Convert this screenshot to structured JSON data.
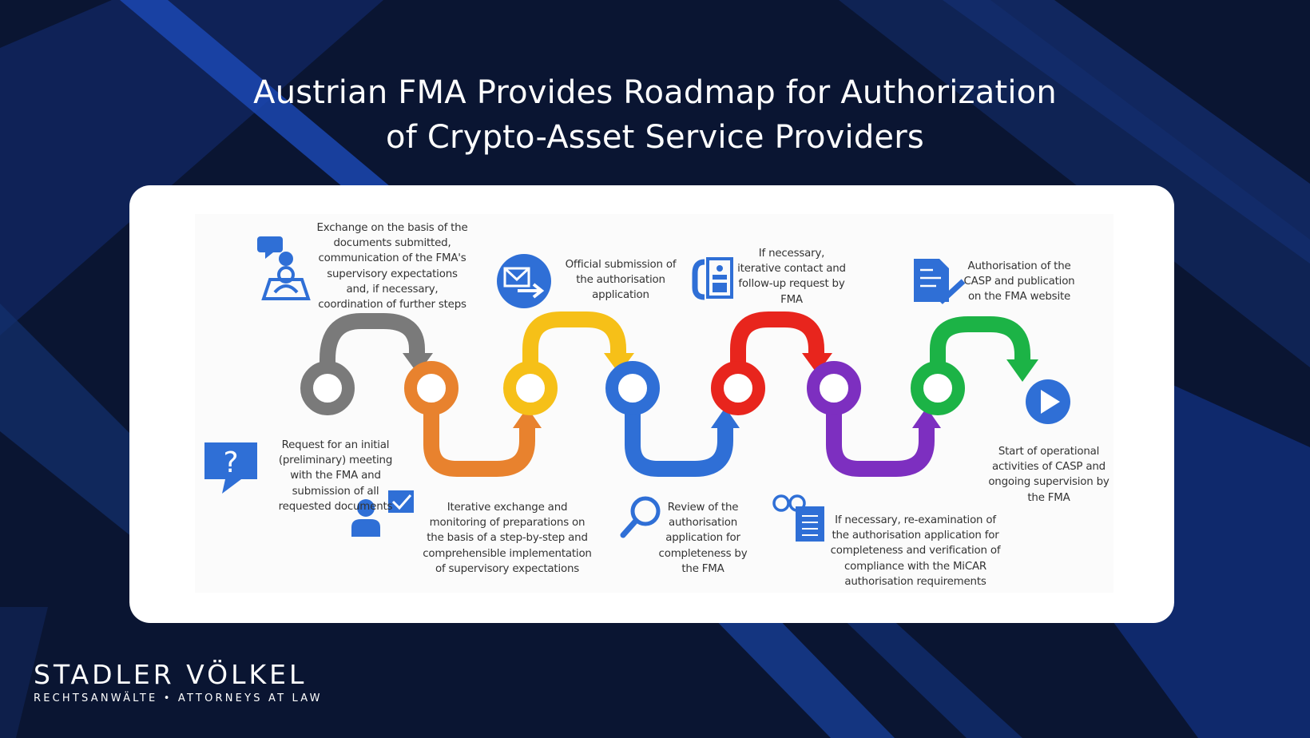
{
  "title": {
    "line1": "Austrian FMA Provides Roadmap for Authorization",
    "line2": "of Crypto-Asset Service Providers"
  },
  "steps": {
    "s1": [
      "Request for an initial",
      "(preliminary) meeting",
      "with the FMA and",
      "submission of all",
      "requested documents"
    ],
    "s2": [
      "Exchange on the basis of the",
      "documents submitted,",
      "communication of the FMA's",
      "supervisory expectations",
      "and, if necessary,",
      "coordination of further steps"
    ],
    "s3": [
      "Iterative exchange and",
      "monitoring of preparations on",
      "the basis of a step-by-step and",
      "comprehensible implementation",
      "of supervisory expectations"
    ],
    "s4": [
      "Official submission of",
      "the authorisation",
      "application"
    ],
    "s5": [
      "Review of the",
      "authorisation",
      "application for",
      "completeness by",
      "the FMA"
    ],
    "s6": [
      "If necessary,",
      "iterative contact and",
      "follow-up request by",
      "FMA"
    ],
    "s7": [
      "If necessary, re-examination of",
      "the authorisation application for",
      "completeness and verification of",
      "compliance with the MiCAR",
      "authorisation requirements"
    ],
    "s8": [
      "Authorisation of the",
      "CASP and publication",
      "on the FMA website"
    ],
    "s9": [
      "Start of operational",
      "activities of CASP and",
      "ongoing supervision by",
      "the FMA"
    ]
  },
  "icons": {
    "s1": "question-speech-bubble-icon",
    "s2": "meeting-person-icon",
    "s3": "person-checklist-icon",
    "s4": "envelope-arrow-icon",
    "s5": "magnifier-icon",
    "s6": "phone-icon",
    "s7": "glasses-document-icon",
    "s8": "document-check-icon",
    "s9": "play-icon"
  },
  "colors": {
    "background": "#0b1633",
    "gray": "#7a7a7a",
    "orange": "#e8822e",
    "yellow": "#f6c018",
    "blue": "#2f6fd6",
    "red": "#e8251d",
    "purple": "#7d2fc0",
    "green": "#1cb346",
    "icon_blue": "#2f6fd6"
  },
  "logo": {
    "name": "STADLER VÖLKEL",
    "subtitle": "RECHTSANWÄLTE • ATTORNEYS AT LAW"
  }
}
